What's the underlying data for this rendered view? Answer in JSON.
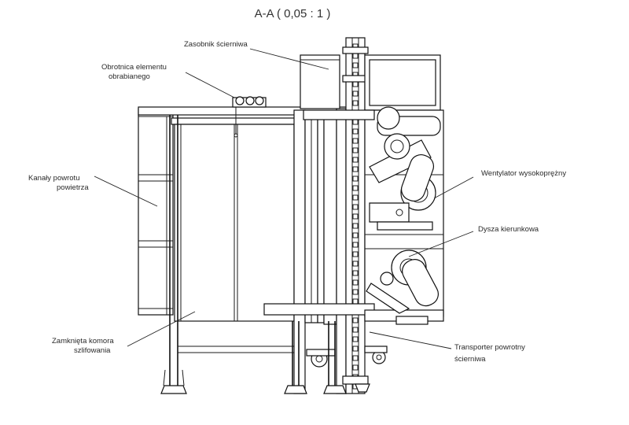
{
  "drawing": {
    "title": "A-A ( 0,05 : 1 )",
    "labels": {
      "hopper": "Zasobnik ścierniwa",
      "rotator_1": "Obrotnica elementu",
      "rotator_2": "obrabianego",
      "return_ducts_1": "Kanały powrotu",
      "return_ducts_2": "powietrza",
      "fan": "Wentylator wysokoprężny",
      "nozzle": "Dysza kierunkowa",
      "chamber_1": "Zamknięta komora",
      "chamber_2": "szlifowania",
      "conveyor_1": "Transporter powrotny",
      "conveyor_2": "ścierniwa"
    }
  }
}
